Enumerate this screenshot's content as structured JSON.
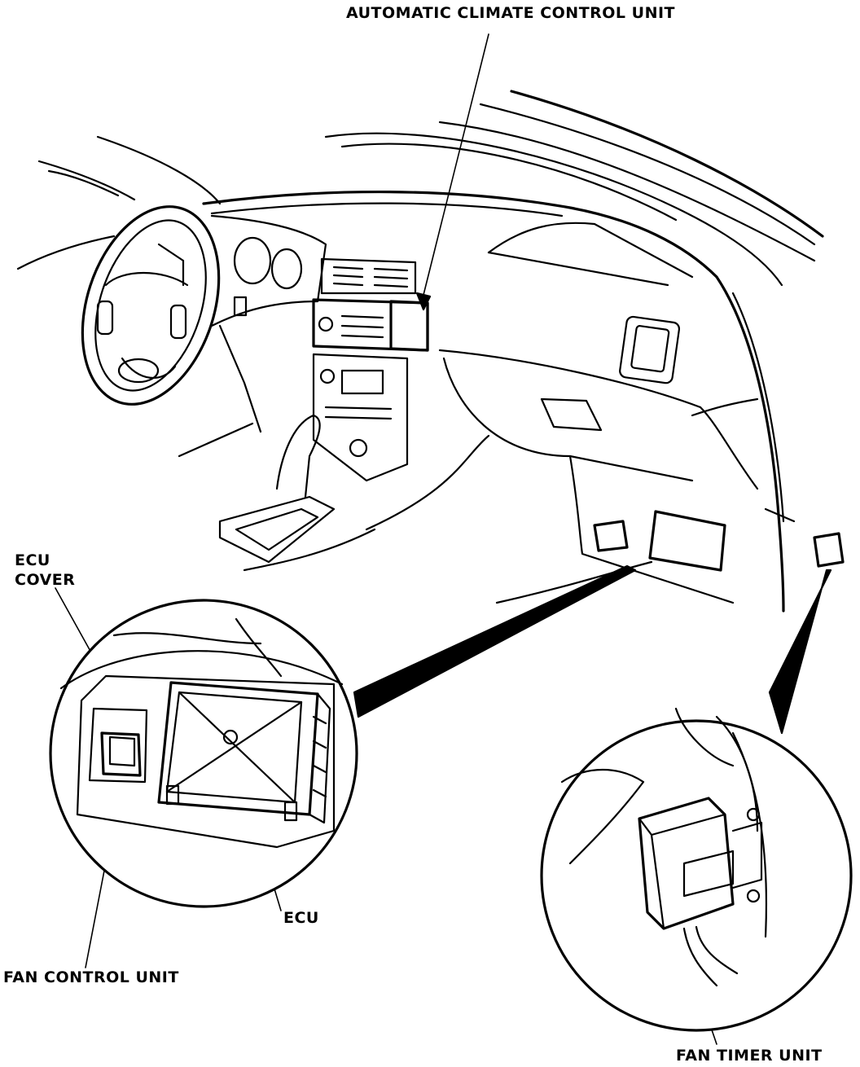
{
  "labels": {
    "climate_control": "AUTOMATIC CLIMATE CONTROL UNIT",
    "ecu_cover_line1": "ECU",
    "ecu_cover_line2": "COVER",
    "ecu": "ECU",
    "fan_control": "FAN CONTROL UNIT",
    "fan_timer": "FAN TIMER UNIT"
  }
}
